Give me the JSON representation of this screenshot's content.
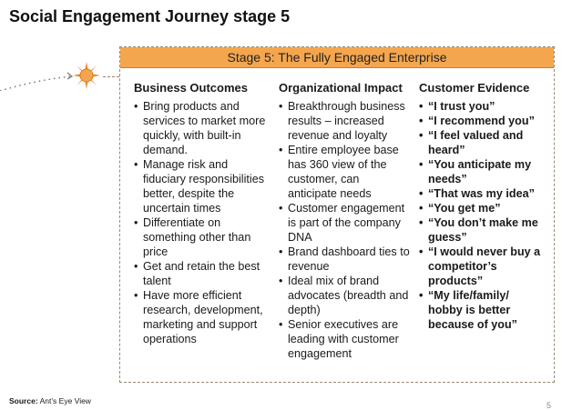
{
  "title": "Social Engagement Journey stage 5",
  "stage_header": "Stage 5: The Fully Engaged Enterprise",
  "columns": [
    {
      "heading": "Business Outcomes",
      "items": [
        "Bring products and services to market more quickly, with built-in demand.",
        "Manage risk and fiduciary responsibilities better, despite the uncertain times",
        "Differentiate on something other than price",
        "Get and retain the best talent",
        "Have more efficient research, development, marketing and support operations"
      ]
    },
    {
      "heading": "Organizational Impact",
      "items": [
        "Breakthrough business results – increased revenue and loyalty",
        "Entire employee base has 360 view of the customer, can anticipate needs",
        "Customer engagement is part of the company DNA",
        "Brand dashboard ties to revenue",
        "Ideal mix of brand advocates (breadth and depth)",
        "Senior executives are leading with customer engagement"
      ]
    },
    {
      "heading": "Customer Evidence",
      "items": [
        "“I trust you”",
        "“I recommend you”",
        "“I feel valued and heard”",
        "“You anticipate my needs”",
        "“That was my idea”",
        "“You get me”",
        "“You don’t make me guess”",
        "“I would never buy a competitor’s products”",
        "“My life/family/ hobby is better because of you”"
      ]
    }
  ],
  "source_label": "Source:",
  "source_value": "Ant’s Eye View",
  "page_number": "5",
  "colors": {
    "header": "#f4a64e",
    "sun": "#f08a2c"
  }
}
